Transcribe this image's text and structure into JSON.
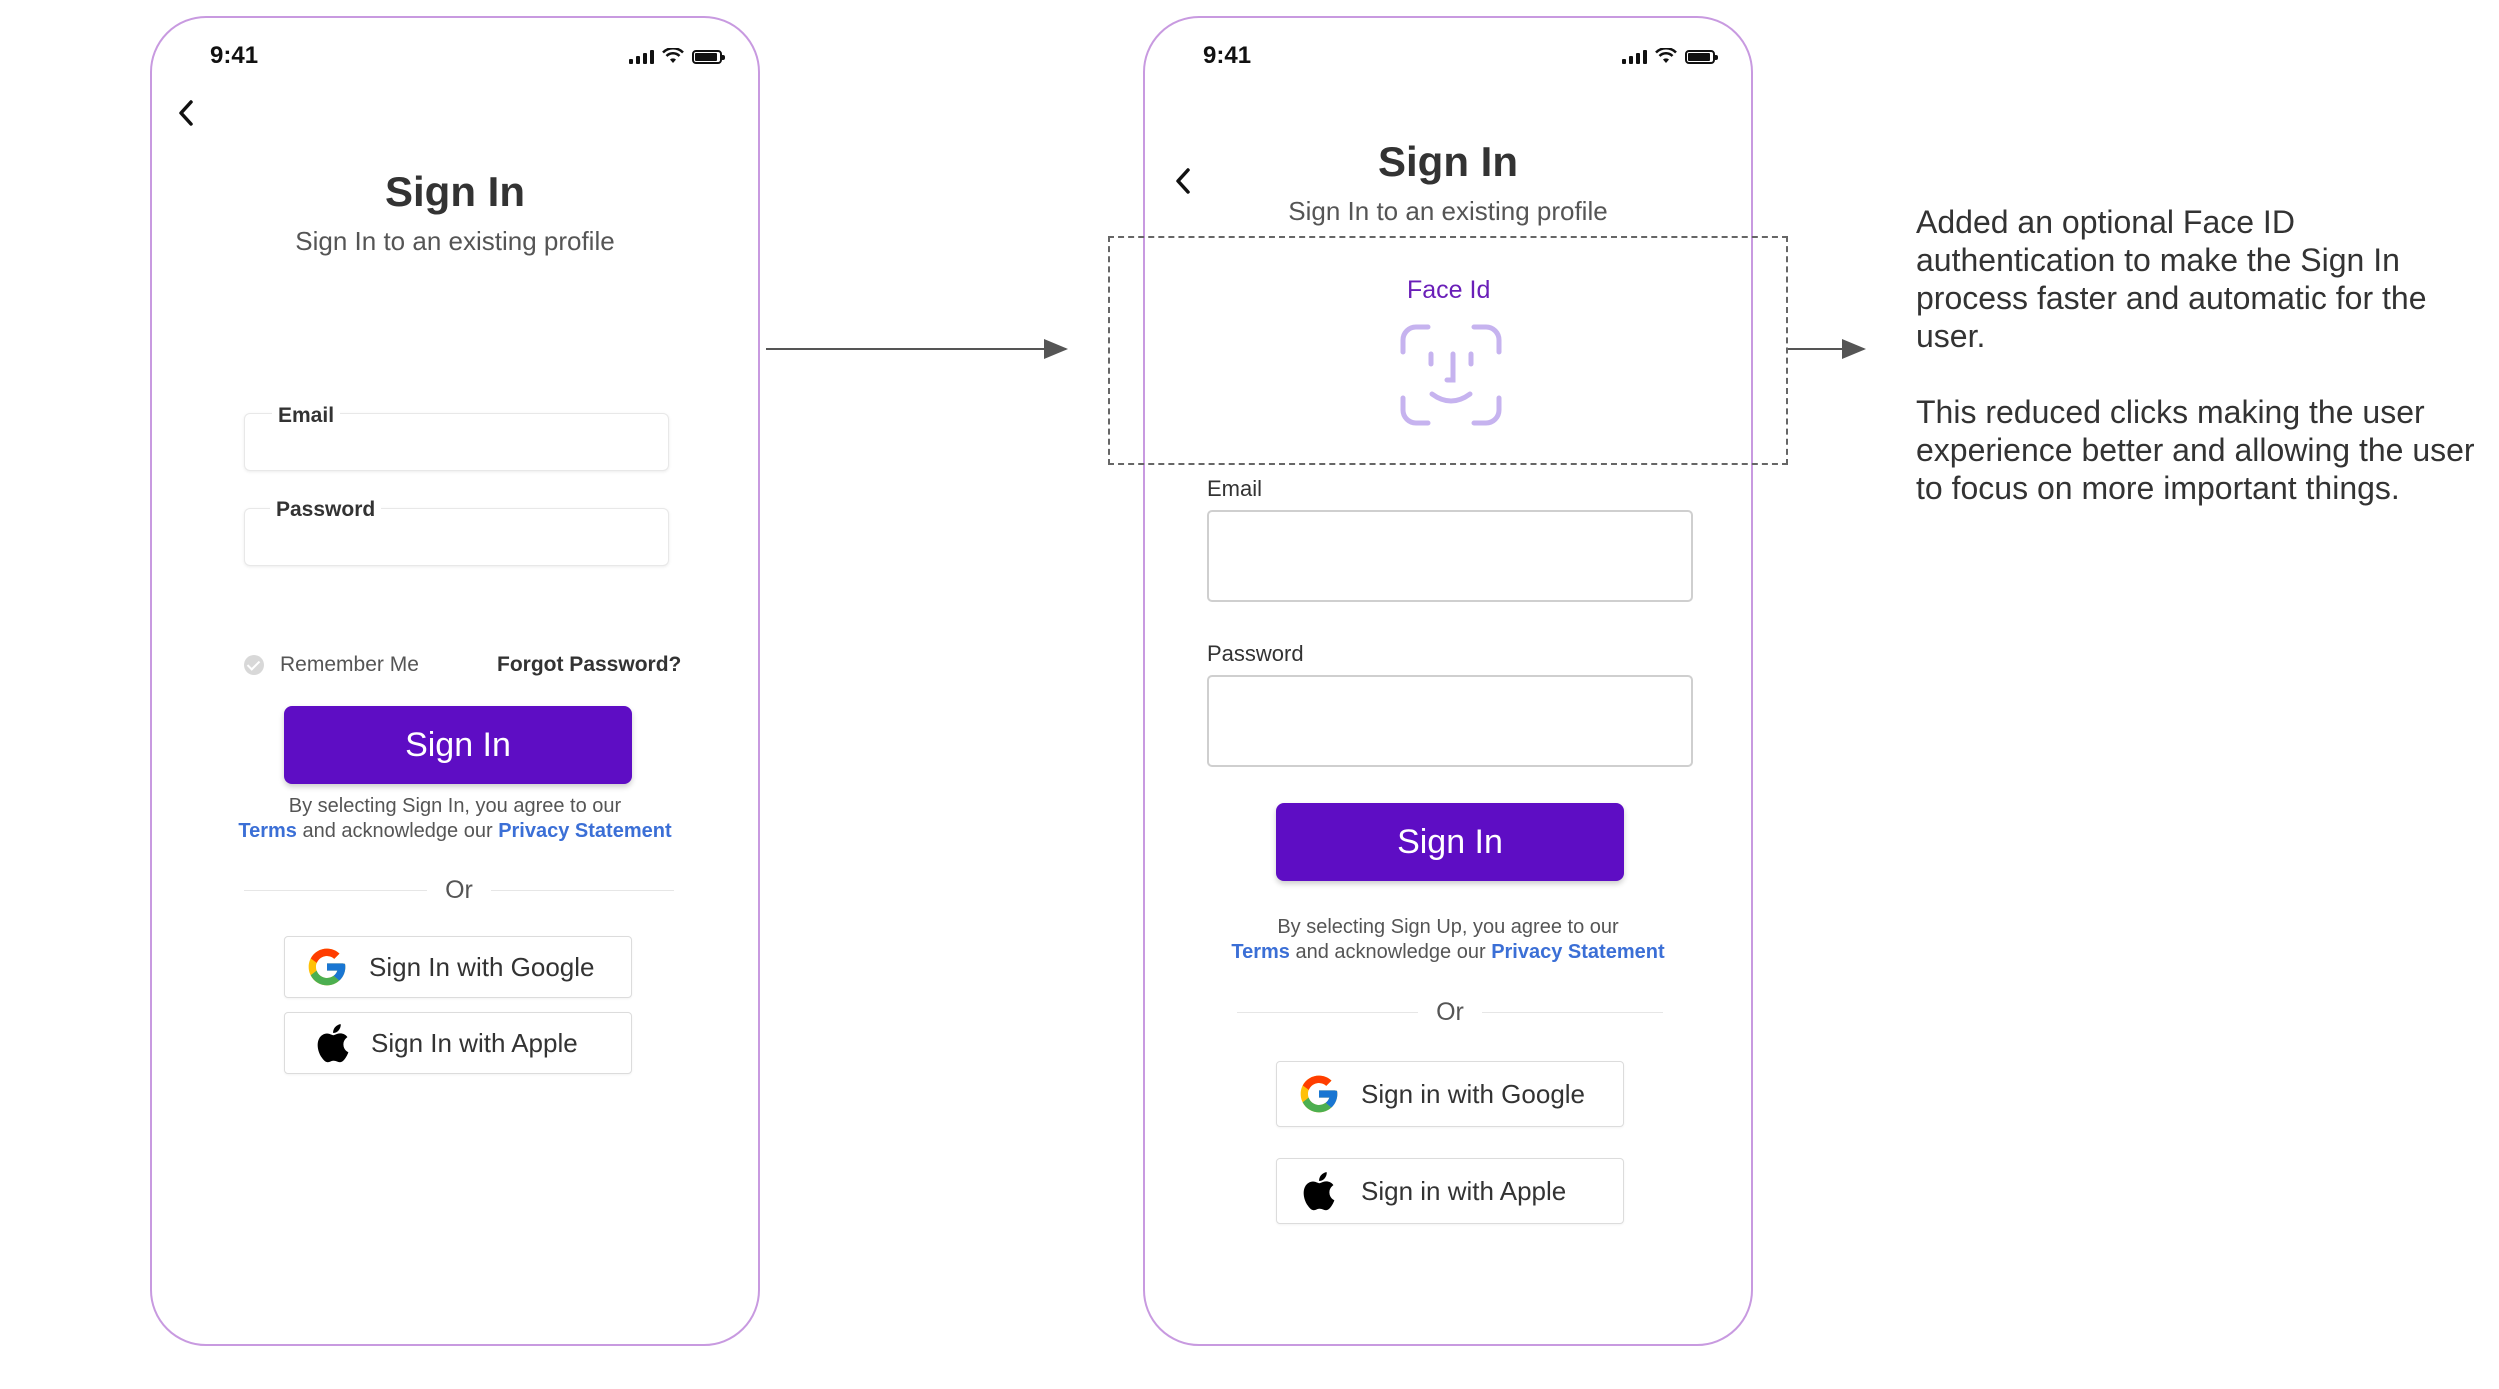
{
  "left_screen": {
    "status_time": "9:41",
    "title": "Sign In",
    "subtitle": "Sign In to an existing profile",
    "email_label": "Email",
    "password_label": "Password",
    "remember_label": "Remember Me",
    "forgot_label": "Forgot Password?",
    "sign_in_button": "Sign In",
    "legal_line1": "By selecting Sign In, you agree to our",
    "legal_terms": "Terms",
    "legal_mid": "and acknowledge our",
    "legal_privacy": "Privacy Statement",
    "or_text": "Or",
    "google_button": "Sign In with Google",
    "apple_button": "Sign In with Apple"
  },
  "right_screen": {
    "status_time": "9:41",
    "title": "Sign In",
    "subtitle": "Sign In to an existing profile",
    "face_id_label": "Face Id",
    "email_label": "Email",
    "password_label": "Password",
    "sign_in_button": "Sign In",
    "legal_line1": "By selecting Sign Up, you agree to our",
    "legal_terms": "Terms",
    "legal_mid": "and acknowledge our",
    "legal_privacy": "Privacy Statement",
    "or_text": "Or",
    "google_button": "Sign in with Google",
    "apple_button": "Sign in with Apple"
  },
  "annotation": {
    "paragraph1": "Added an optional Face ID authentication to make the Sign In process faster and automatic for the user.",
    "paragraph2": "This reduced clicks making the user experience better and allowing the user to focus on more important things."
  },
  "colors": {
    "primary": "#5e0dc4",
    "phone_border": "#c89ae0",
    "link": "#3b6fd6",
    "face_id": "#6a1fb8"
  }
}
